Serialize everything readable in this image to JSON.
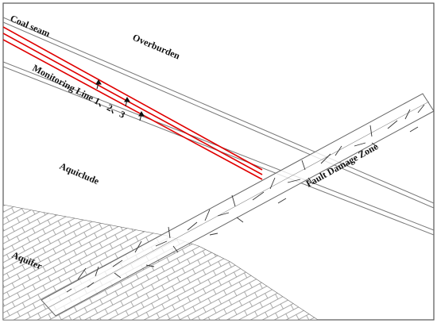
{
  "labels": {
    "coal_seam": "Coal seam",
    "overburden": "Overburden",
    "monitoring_lines": "Monitoring Line 1、2、3",
    "aquiclude": "Aquiclude",
    "fault_zone": "Fault Damage Zone",
    "aquifer": "Aquifer"
  },
  "colors": {
    "frame": "#555555",
    "strata_lines": "#777777",
    "monitoring_lines": "#e00000",
    "brick_pattern": "#8a8a8a",
    "fault_cracks": "#333333"
  },
  "monitoring_line_count": 3
}
